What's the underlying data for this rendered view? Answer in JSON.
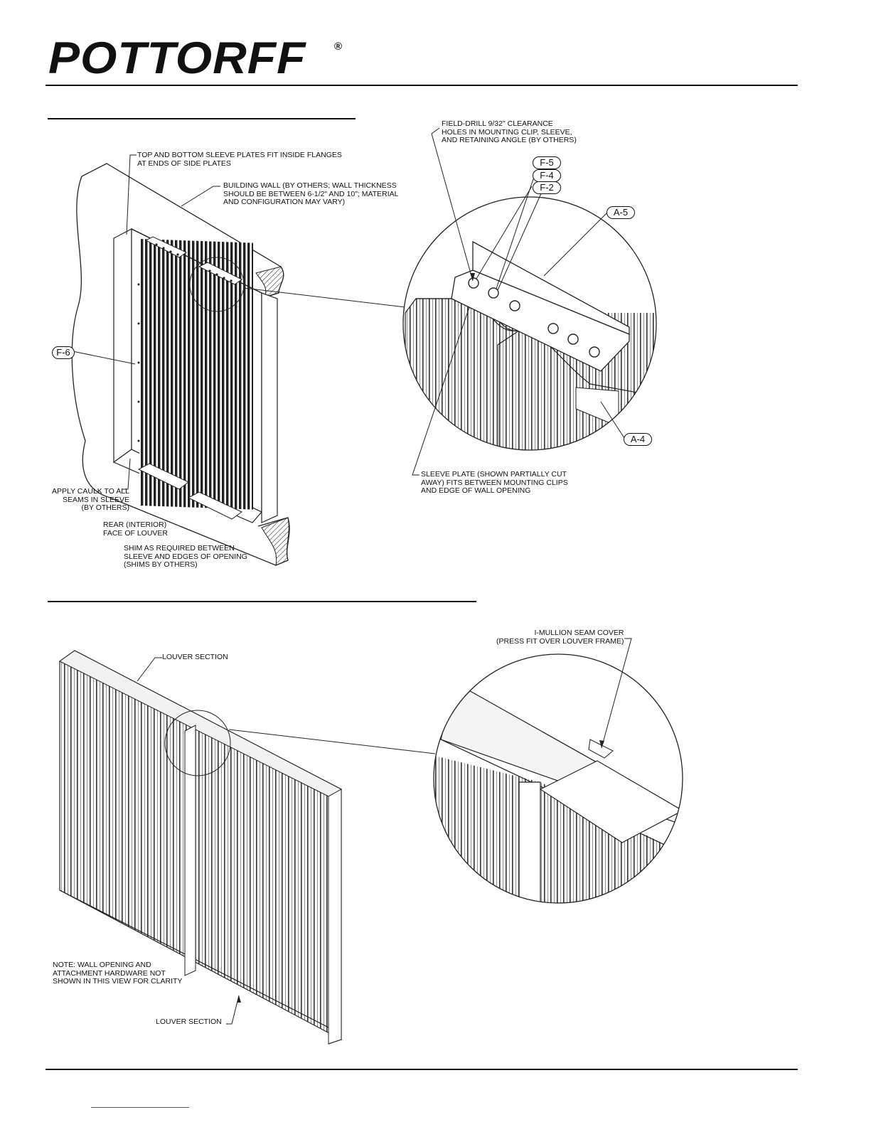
{
  "header": {
    "brand": "POTTORFF",
    "registered_mark": "®"
  },
  "callouts": {
    "field_drill": "FIELD-DRILL 9/32\" CLEARANCE\nHOLES IN MOUNTING CLIP, SLEEVE,\nAND RETAINING ANGLE (BY OTHERS)",
    "top_bottom_plates": "TOP AND BOTTOM SLEEVE PLATES FIT INSIDE FLANGES\nAT ENDS OF SIDE PLATES",
    "building_wall": "BUILDING WALL (BY OTHERS; WALL THICKNESS\nSHOULD BE BETWEEN 6-1/2\" AND 10\"; MATERIAL\nAND CONFIGURATION MAY VARY)",
    "apply_caulk": "APPLY CAULK TO ALL\nSEAMS IN SLEEVE\n(BY OTHERS)",
    "rear_face": "REAR (INTERIOR)\nFACE OF LOUVER",
    "shim": "SHIM AS REQUIRED BETWEEN\nSLEEVE AND EDGES OF OPENING\n(SHIMS BY OTHERS)",
    "sleeve_plate": "SLEEVE PLATE (SHOWN PARTIALLY CUT\nAWAY) FITS BETWEEN MOUNTING CLIPS\nAND EDGE OF WALL OPENING",
    "louver_section_top": "LOUVER SECTION",
    "louver_section_bottom": "LOUVER SECTION",
    "i_mullion": "I-MULLION SEAM COVER\n(PRESS FIT OVER LOUVER FRAME)",
    "note": "NOTE: WALL OPENING AND\nATTACHMENT HARDWARE NOT\nSHOWN IN THIS VIEW FOR CLARITY"
  },
  "tags": {
    "f5": "F-5",
    "f4": "F-4",
    "f2": "F-2",
    "a5": "A-5",
    "a4": "A-4",
    "f6": "F-6"
  }
}
